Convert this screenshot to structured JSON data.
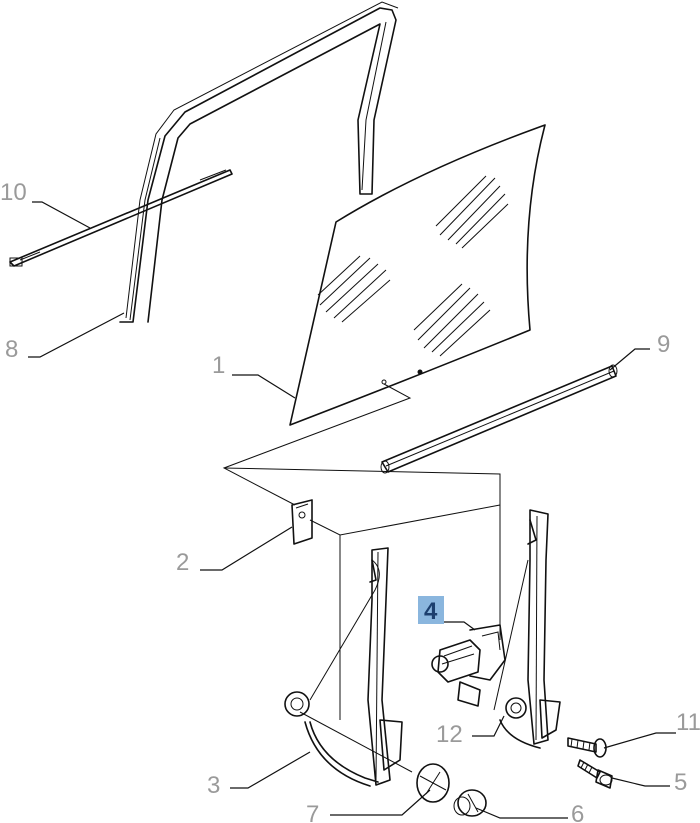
{
  "callouts": {
    "c1": "1",
    "c2": "2",
    "c3": "3",
    "c4": "4",
    "c5": "5",
    "c6": "6",
    "c7": "7",
    "c8": "8",
    "c9": "9",
    "c10": "10",
    "c11": "11",
    "c12": "12"
  },
  "colors": {
    "callout_text": "#9a9a9a",
    "highlight_box": "#8ab6de",
    "highlight_text": "#1c3f6e",
    "line": "#111111"
  }
}
